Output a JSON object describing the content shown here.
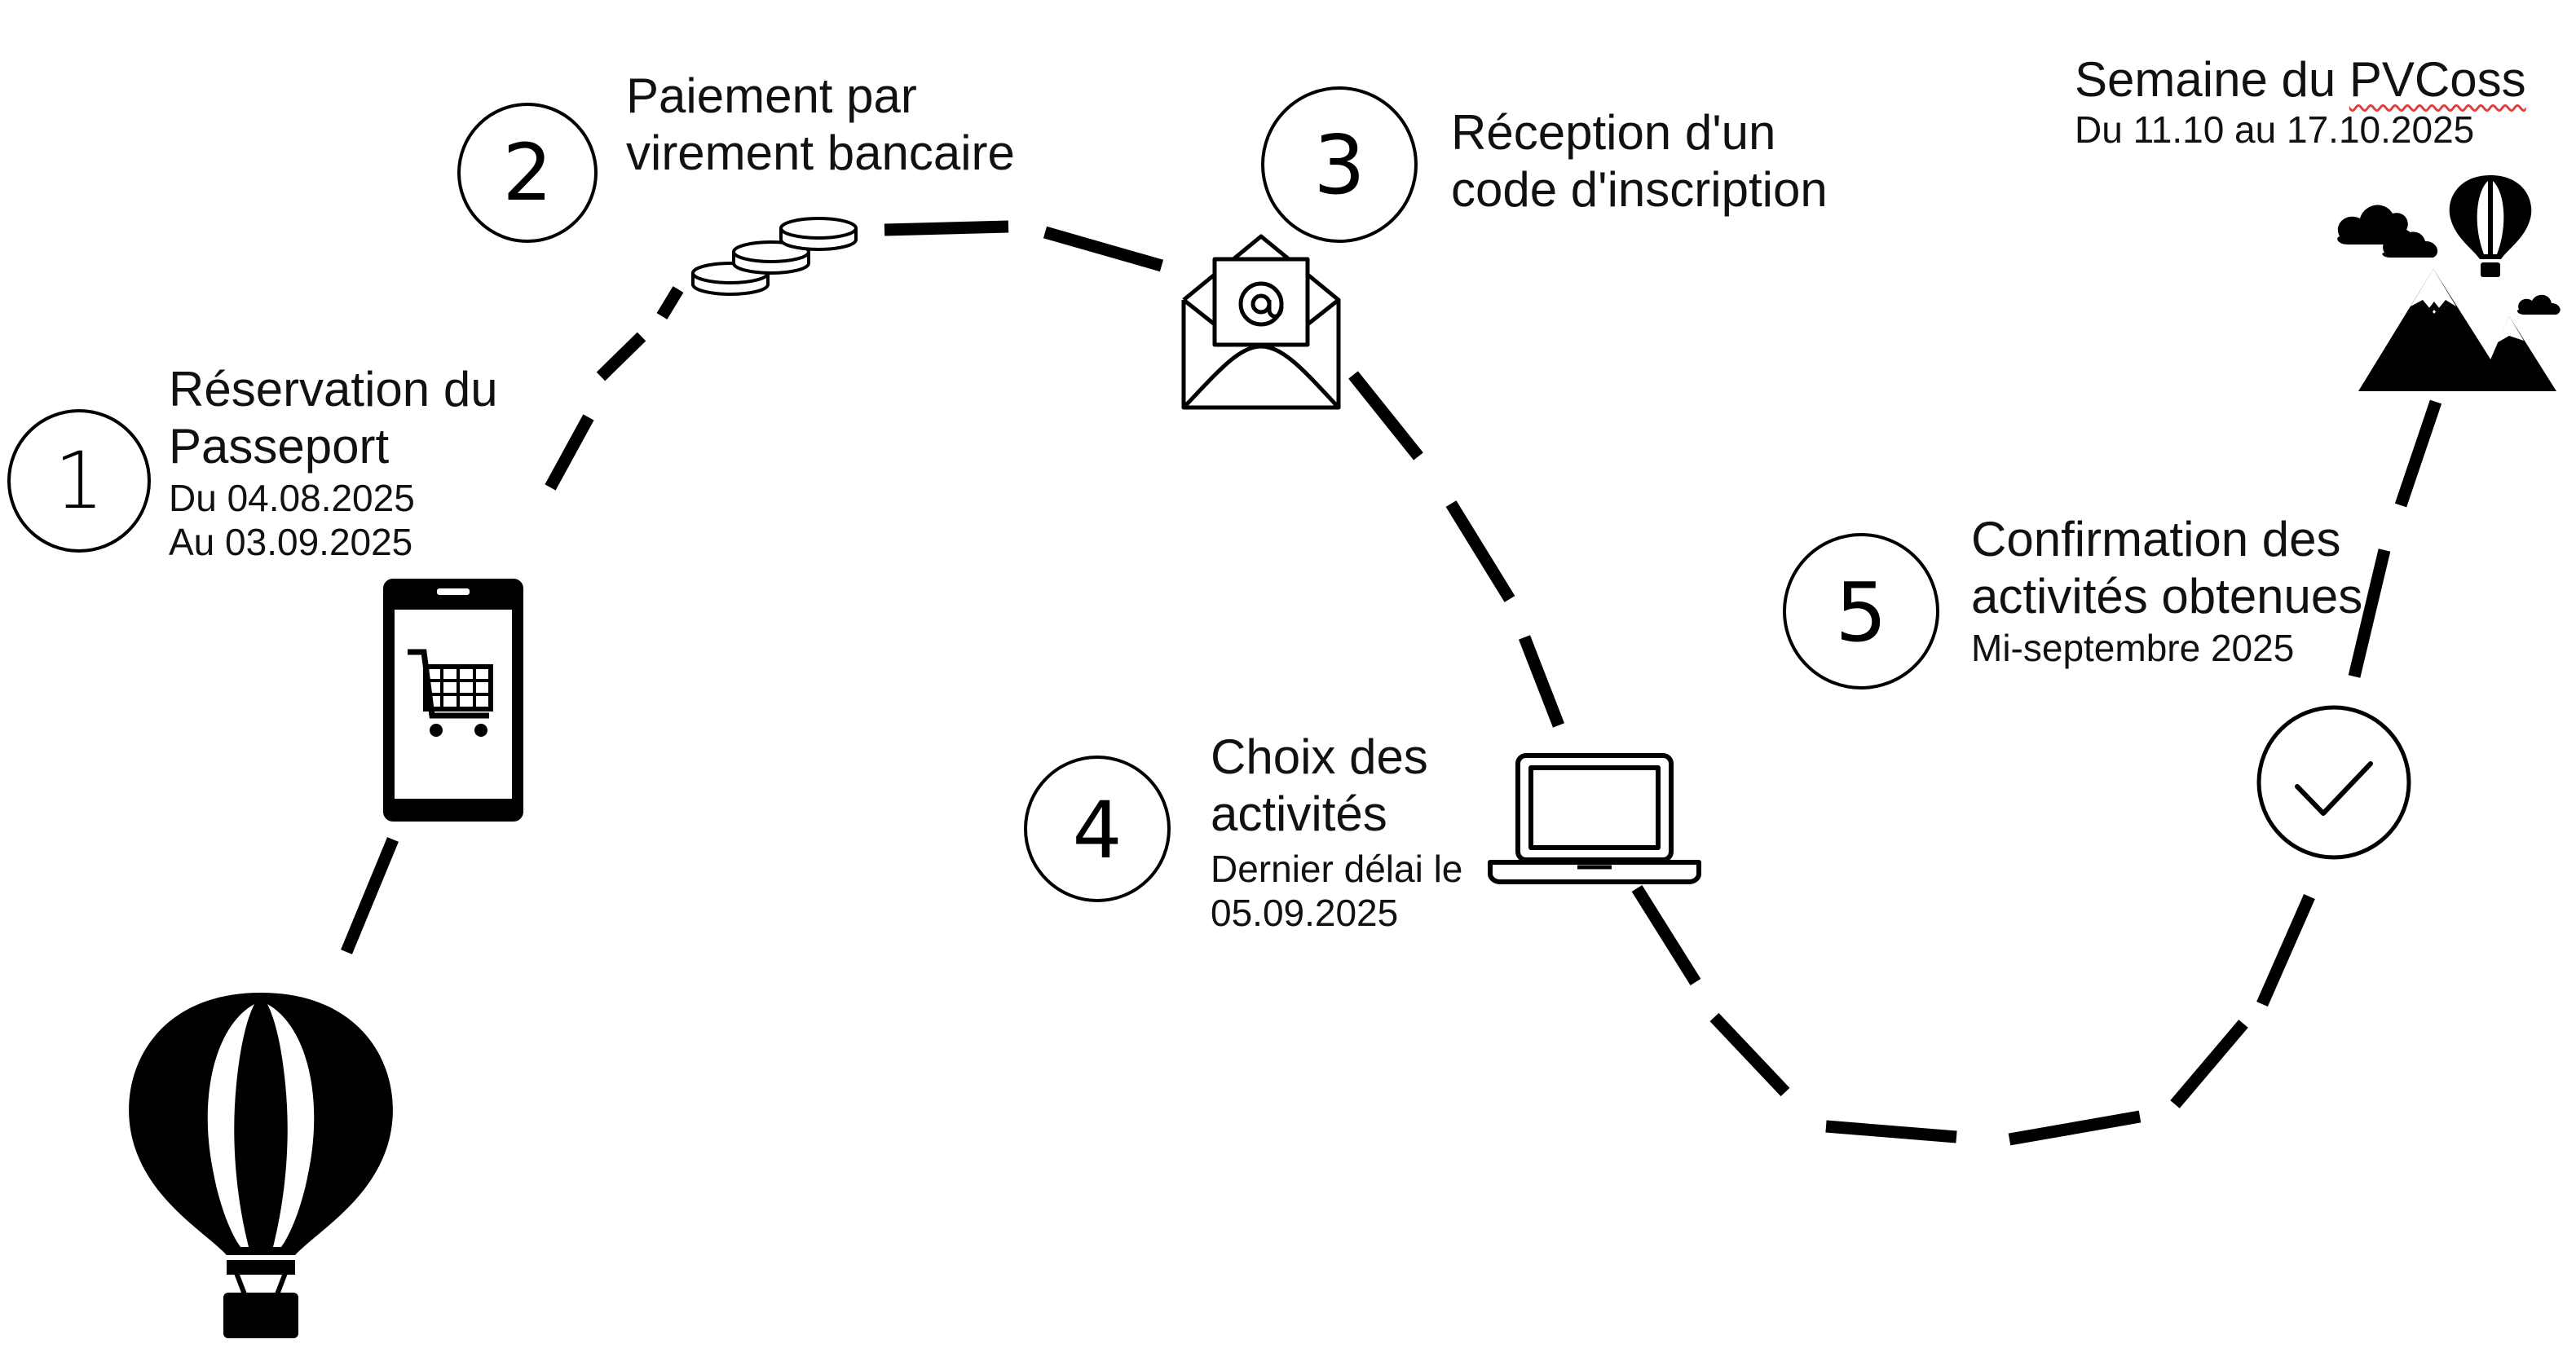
{
  "diagram": {
    "colors": {
      "ink": "#000000",
      "background": "#ffffff",
      "spellcheck": "#e04040"
    },
    "steps": [
      {
        "number": "1",
        "title_line1": "Réservation du",
        "title_line2": "Passeport",
        "detail_line1": "Du 04.08.2025",
        "detail_line2": "Au 03.09.2025",
        "icon": "smartphone-cart-icon"
      },
      {
        "number": "2",
        "title_line1": "Paiement par",
        "title_line2": "virement bancaire",
        "icon": "coins-icon"
      },
      {
        "number": "3",
        "title_line1": "Réception d'un",
        "title_line2": "code d'inscription",
        "icon": "envelope-at-icon"
      },
      {
        "number": "4",
        "title_line1": "Choix des",
        "title_line2": "activités",
        "detail_line1": "Dernier délai le",
        "detail_line2": "05.09.2025",
        "icon": "laptop-icon"
      },
      {
        "number": "5",
        "title_line1": "Confirmation des",
        "title_line2": "activités obtenues",
        "detail_line1": "Mi-septembre 2025",
        "icon": "check-circle-icon"
      }
    ],
    "goal": {
      "title_prefix": "Semaine du ",
      "title_brand": "PVCoss",
      "detail": "Du 11.10 au 17.10.2025",
      "icon": "mountain-balloon-icon"
    },
    "start_icon": "hot-air-balloon-icon"
  }
}
